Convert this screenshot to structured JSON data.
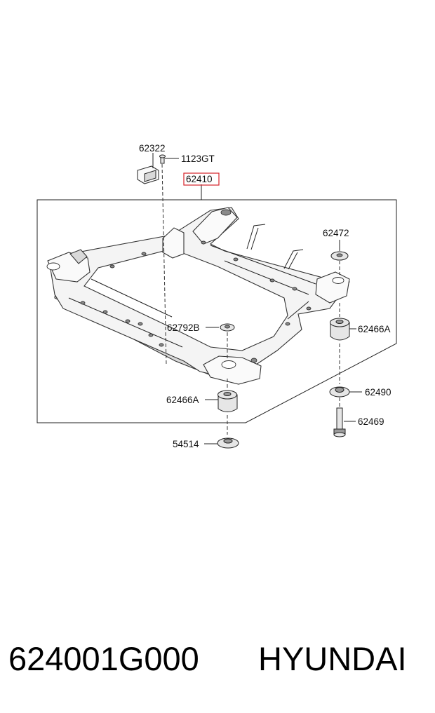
{
  "diagram": {
    "highlighted_part": "62410",
    "highlight_color": "#d6232a",
    "labels": {
      "p62322": "62322",
      "p1123GT": "1123GT",
      "p62410": "62410",
      "p62472": "62472",
      "p62792B": "62792B",
      "p62466A_right": "62466A",
      "p62466A_left": "62466A",
      "p62490": "62490",
      "p62469": "62469",
      "p54514": "54514"
    }
  },
  "footer": {
    "part_number": "624001G000",
    "brand": "HYUNDAI"
  }
}
